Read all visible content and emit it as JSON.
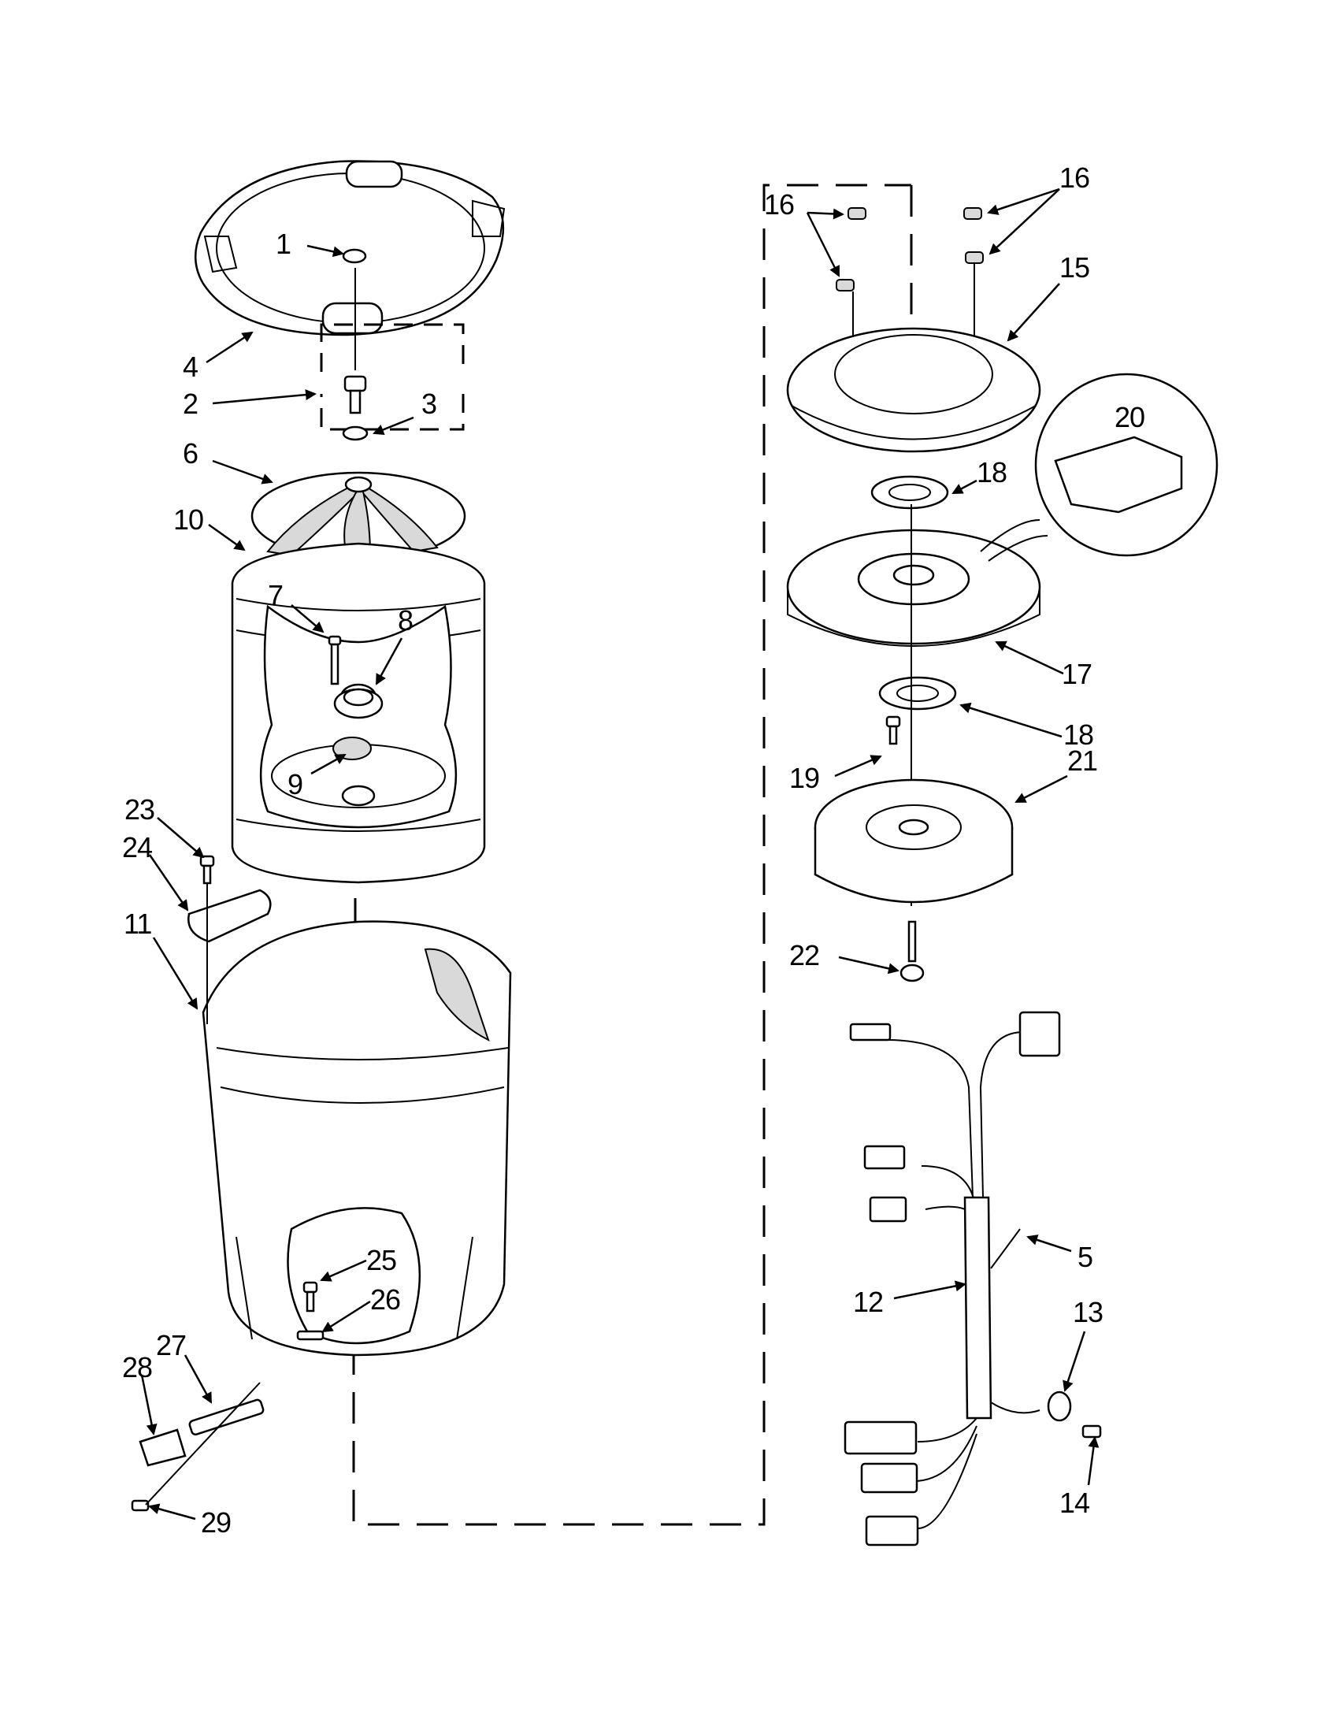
{
  "diagram": {
    "callouts": [
      {
        "id": "1",
        "text": "1"
      },
      {
        "id": "2",
        "text": "2"
      },
      {
        "id": "3",
        "text": "3"
      },
      {
        "id": "4",
        "text": "4"
      },
      {
        "id": "5",
        "text": "5"
      },
      {
        "id": "6",
        "text": "6"
      },
      {
        "id": "7",
        "text": "7"
      },
      {
        "id": "8",
        "text": "8"
      },
      {
        "id": "9",
        "text": "9"
      },
      {
        "id": "10",
        "text": "10"
      },
      {
        "id": "11",
        "text": "11"
      },
      {
        "id": "12",
        "text": "12"
      },
      {
        "id": "13",
        "text": "13"
      },
      {
        "id": "14",
        "text": "14"
      },
      {
        "id": "15",
        "text": "15"
      },
      {
        "id": "16a",
        "text": "16"
      },
      {
        "id": "16b",
        "text": "16"
      },
      {
        "id": "17",
        "text": "17"
      },
      {
        "id": "18a",
        "text": "18"
      },
      {
        "id": "18b",
        "text": "18"
      },
      {
        "id": "19",
        "text": "19"
      },
      {
        "id": "20",
        "text": "20"
      },
      {
        "id": "21",
        "text": "21"
      },
      {
        "id": "22",
        "text": "22"
      },
      {
        "id": "23",
        "text": "23"
      },
      {
        "id": "24",
        "text": "24"
      },
      {
        "id": "25",
        "text": "25"
      },
      {
        "id": "26",
        "text": "26"
      },
      {
        "id": "27",
        "text": "27"
      },
      {
        "id": "28",
        "text": "28"
      },
      {
        "id": "29",
        "text": "29"
      }
    ]
  }
}
